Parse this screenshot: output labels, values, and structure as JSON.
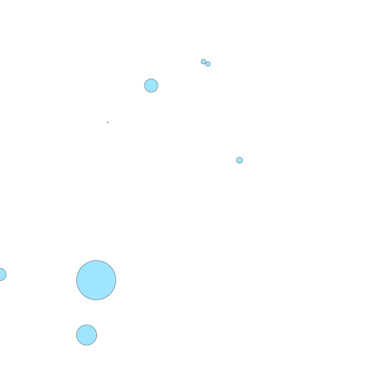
{
  "map": {
    "style": {
      "background": "#ffffff",
      "feature_fill": "#9fe5ff",
      "feature_stroke": "#6a7c86"
    },
    "features": [
      {
        "type": "circle-marker"
      },
      {
        "type": "circle-marker"
      },
      {
        "type": "circle-marker"
      },
      {
        "type": "circle-marker"
      },
      {
        "type": "dot-marker"
      },
      {
        "type": "circle-marker"
      },
      {
        "type": "circle-marker"
      },
      {
        "type": "circle-marker"
      },
      {
        "type": "circle-marker"
      }
    ]
  }
}
